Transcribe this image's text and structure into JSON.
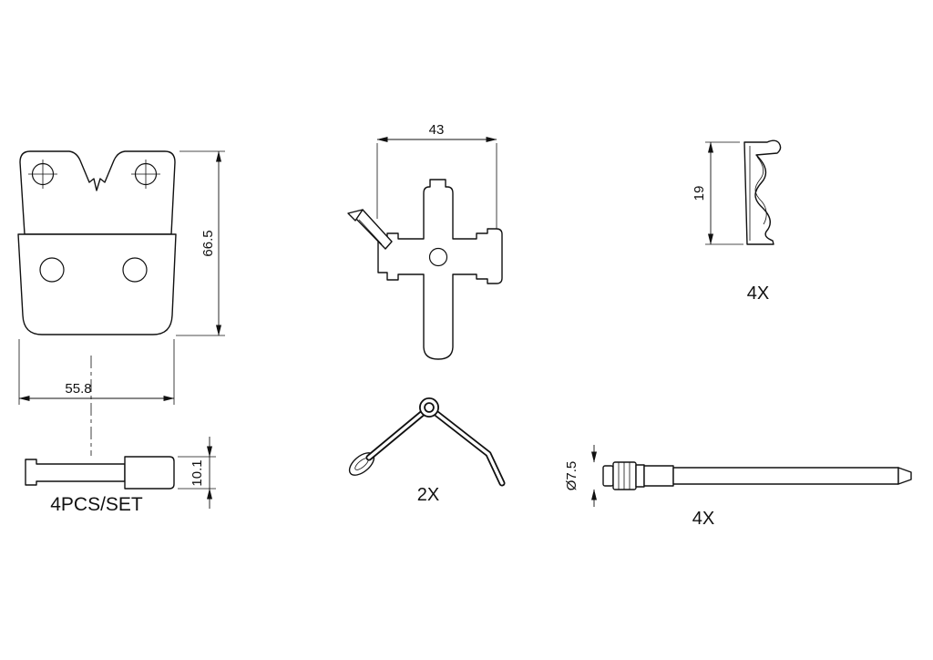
{
  "colors": {
    "background": "#ffffff",
    "line": "#111111"
  },
  "views": {
    "pad_front": {
      "height_dim": "66.5",
      "width_dim": "55.8"
    },
    "pad_side": {
      "thickness_dim": "10.1",
      "set_label": "4PCS/SET"
    },
    "retainer_clip": {
      "width_dim": "43"
    },
    "spring_clip": {
      "height_dim": "19",
      "qty_label": "4X"
    },
    "wire_spring": {
      "qty_label": "2X"
    },
    "guide_pin": {
      "diameter_dim": "Ø7.5",
      "qty_label": "4X"
    }
  }
}
